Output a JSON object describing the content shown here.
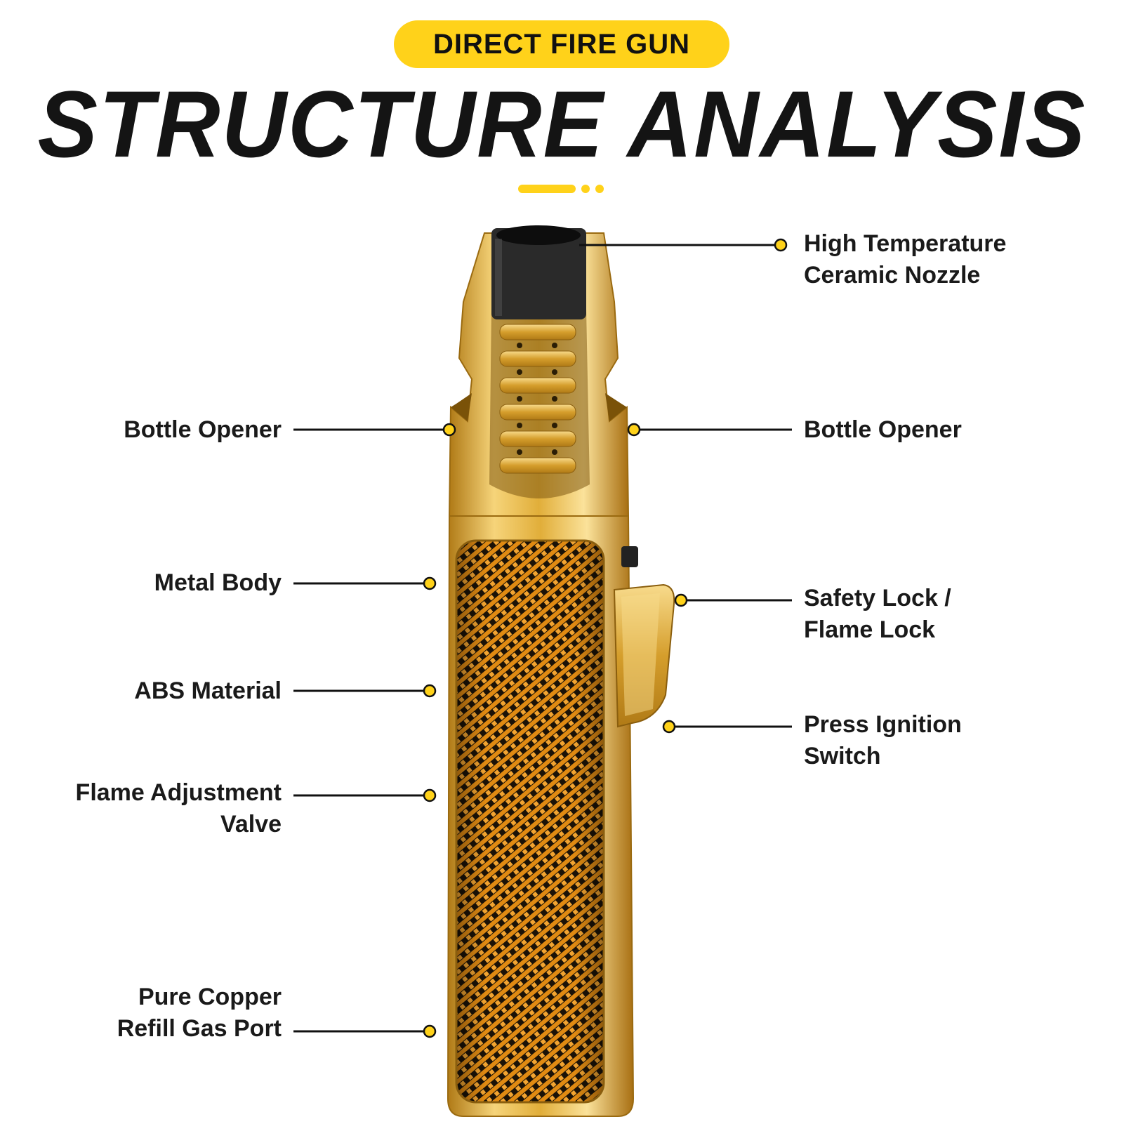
{
  "header": {
    "badge": "DIRECT FIRE GUN",
    "title": "STRUCTURE ANALYSIS"
  },
  "colors": {
    "accent_yellow": "#FFD21A",
    "gold": "#D9A62E",
    "carbon_orange": "#E08A12",
    "dark": "#141414"
  },
  "callouts": {
    "nozzle": [
      "High Temperature",
      "Ceramic Nozzle"
    ],
    "bottle_opener_left": [
      "Bottle Opener"
    ],
    "bottle_opener_right": [
      "Bottle Opener"
    ],
    "metal_body": [
      "Metal Body"
    ],
    "safety_lock": [
      "Safety Lock /",
      "Flame Lock"
    ],
    "abs_material": [
      "ABS Material"
    ],
    "ignition_switch": [
      "Press Ignition",
      "Switch"
    ],
    "flame_valve": [
      "Flame Adjustment",
      "Valve"
    ],
    "gas_port": [
      "Pure Copper",
      "Refill Gas Port"
    ]
  }
}
